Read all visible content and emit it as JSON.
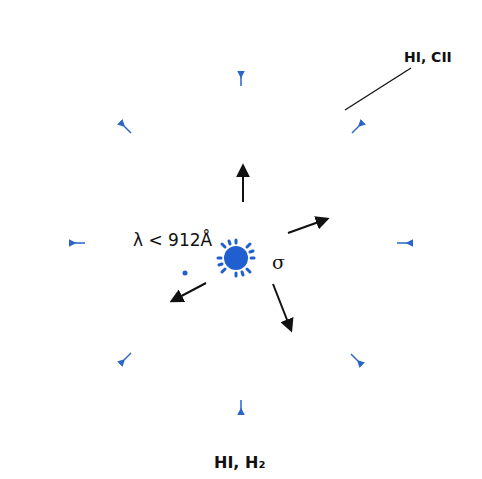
{
  "diagram": {
    "nodes": [
      {
        "text": [
          "HI, H₂"
        ]
      },
      {
        "text": [
          "λ < 912Å",
          "σ"
        ],
        "in": 0
      }
    ],
    "labels": [
      "HI, CII"
    ]
  }
}
